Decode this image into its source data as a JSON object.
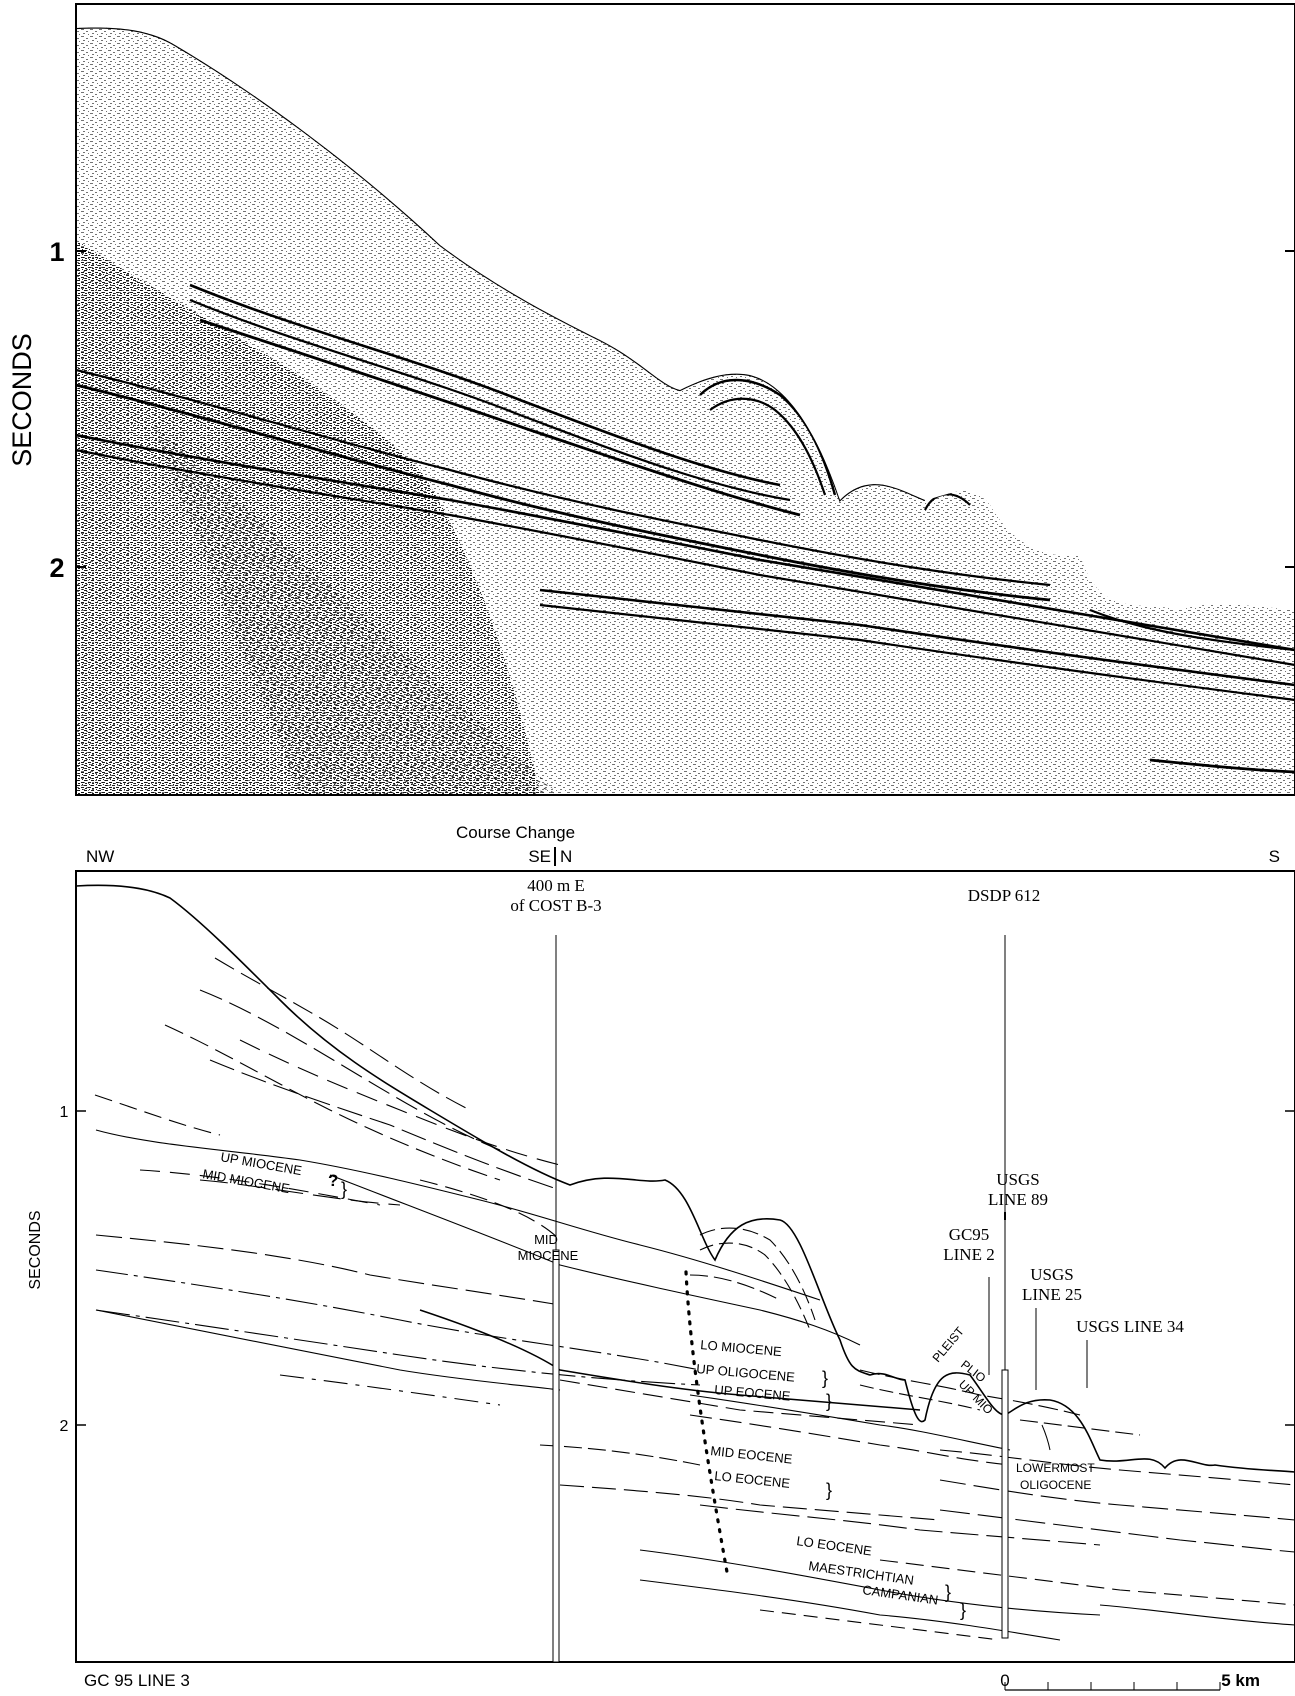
{
  "seismic_panel": {
    "ylabel": "SECONDS",
    "ticks": [
      "1",
      "2"
    ]
  },
  "interpretation_panel": {
    "header": {
      "course_change": "Course Change",
      "se": "SE",
      "n": "N",
      "nw": "NW",
      "s": "S"
    },
    "ylabel": "SECONDS",
    "ticks": [
      "1",
      "2"
    ],
    "wells": {
      "cost_b3_line1": "400 m E",
      "cost_b3_line2": "of COST B-3",
      "dsdp": "DSDP 612",
      "usgs89_line1": "USGS",
      "usgs89_line2": "LINE 89",
      "gc95_line1": "GC95",
      "gc95_line2": "LINE 2",
      "usgs25_line1": "USGS",
      "usgs25_line2": "LINE 25",
      "usgs34": "USGS LINE 34"
    },
    "horizons": {
      "up_miocene": "UP MIOCENE",
      "question": "?",
      "mid_miocene": "MID MIOCENE",
      "mid_miocene_well_1": "MID",
      "mid_miocene_well_2": "MIOCENE",
      "lo_miocene": "LO MIOCENE",
      "up_oligocene": "UP OLIGOCENE",
      "up_eocene": "UP EOCENE",
      "mid_eocene": "MID EOCENE",
      "lo_eocene_1": "LO EOCENE",
      "lo_eocene_2": "LO EOCENE",
      "maestrichtian": "MAESTRICHTIAN",
      "campanian": "CAMPANIAN",
      "pleist": "PLEIST",
      "plio": "PLIO",
      "up_mio": "UP MIO",
      "lowermost_1": "LOWERMOST",
      "lowermost_2": "OLIGOCENE"
    },
    "footer": {
      "line_name": "GC 95 LINE 3",
      "scale_zero": "0",
      "scale_five": "5 km"
    }
  }
}
